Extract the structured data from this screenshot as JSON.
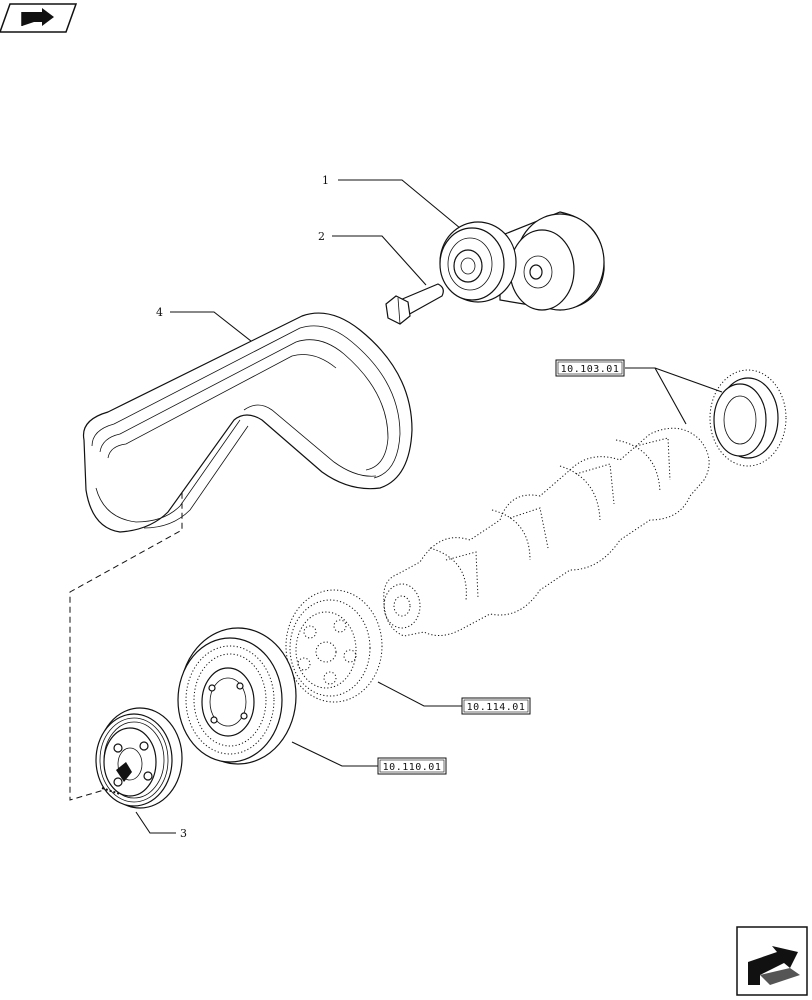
{
  "callouts": {
    "c1": "1",
    "c2": "2",
    "c3": "3",
    "c4": "4"
  },
  "references": {
    "r1": "10.103.01",
    "r2": "10.114.01",
    "r3": "10.110.01"
  },
  "icons": {
    "top_left": "back-arrow-icon",
    "bottom_right": "next-arrow-icon"
  }
}
